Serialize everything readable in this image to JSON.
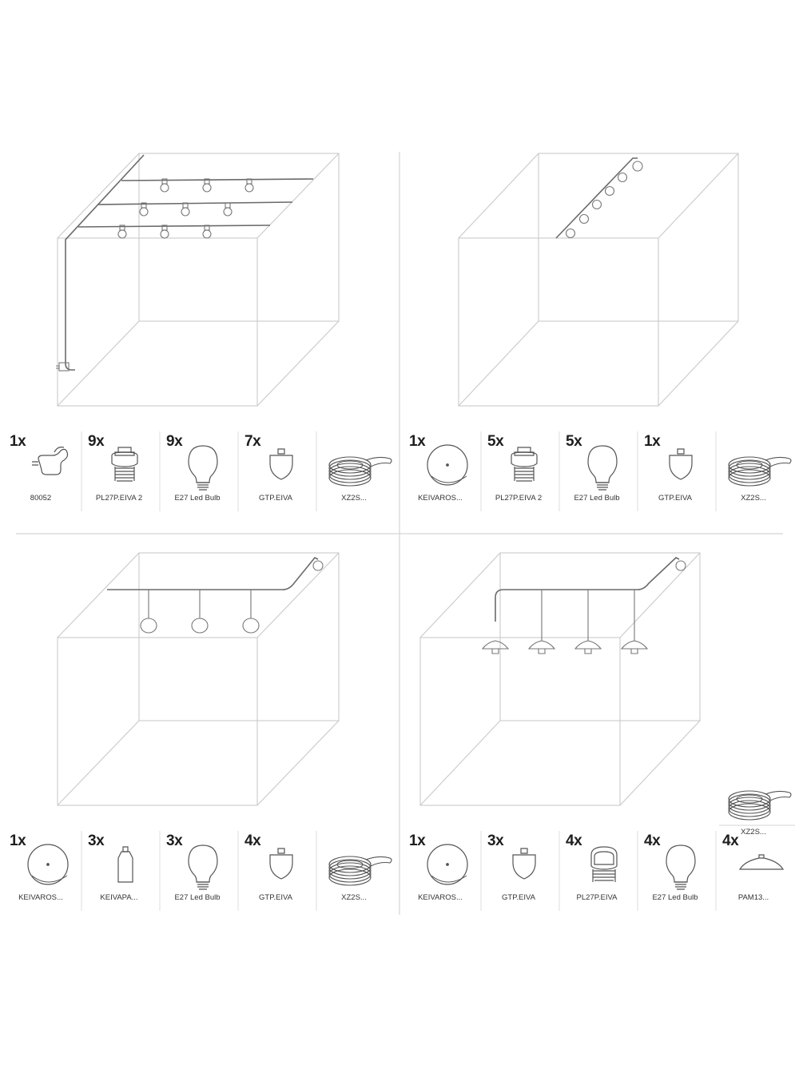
{
  "panels": [
    {
      "id": "top-left",
      "parts": [
        {
          "qty": "1x",
          "label": "80052",
          "icon": "plug-icon"
        },
        {
          "qty": "9x",
          "label": "PL27P.EIVA 2",
          "icon": "lamp-holder-icon"
        },
        {
          "qty": "9x",
          "label": "E27 Led Bulb",
          "icon": "bulb-icon"
        },
        {
          "qty": "7x",
          "label": "GTP.EIVA",
          "icon": "cap-icon"
        },
        {
          "qty": "",
          "label": "XZ2S...",
          "icon": "cable-coil-icon"
        }
      ]
    },
    {
      "id": "top-right",
      "parts": [
        {
          "qty": "1x",
          "label": "KEIVAROS...",
          "icon": "ceiling-rose-icon"
        },
        {
          "qty": "5x",
          "label": "PL27P.EIVA 2",
          "icon": "lamp-holder-icon"
        },
        {
          "qty": "5x",
          "label": "E27 Led Bulb",
          "icon": "bulb-icon"
        },
        {
          "qty": "1x",
          "label": "GTP.EIVA",
          "icon": "cap-icon"
        },
        {
          "qty": "",
          "label": "XZ2S...",
          "icon": "cable-coil-icon"
        }
      ]
    },
    {
      "id": "bottom-left",
      "parts": [
        {
          "qty": "1x",
          "label": "KEIVAROS...",
          "icon": "ceiling-rose-icon"
        },
        {
          "qty": "3x",
          "label": "KEIVAPA...",
          "icon": "pendant-fitting-icon"
        },
        {
          "qty": "3x",
          "label": "E27 Led Bulb",
          "icon": "bulb-icon"
        },
        {
          "qty": "4x",
          "label": "GTP.EIVA",
          "icon": "cap-icon"
        },
        {
          "qty": "",
          "label": "XZ2S...",
          "icon": "cable-coil-icon"
        }
      ]
    },
    {
      "id": "bottom-right",
      "extra_part": {
        "qty": "",
        "label": "XZ2S...",
        "icon": "cable-coil-icon"
      },
      "parts": [
        {
          "qty": "1x",
          "label": "KEIVAROS...",
          "icon": "ceiling-rose-icon"
        },
        {
          "qty": "3x",
          "label": "GTP.EIVA",
          "icon": "cap-icon"
        },
        {
          "qty": "4x",
          "label": "PL27P.EIVA",
          "icon": "lamp-holder-icon"
        },
        {
          "qty": "4x",
          "label": "E27 Led Bulb",
          "icon": "bulb-icon"
        },
        {
          "qty": "4x",
          "label": "PAM13...",
          "icon": "lampshade-icon"
        }
      ]
    }
  ]
}
